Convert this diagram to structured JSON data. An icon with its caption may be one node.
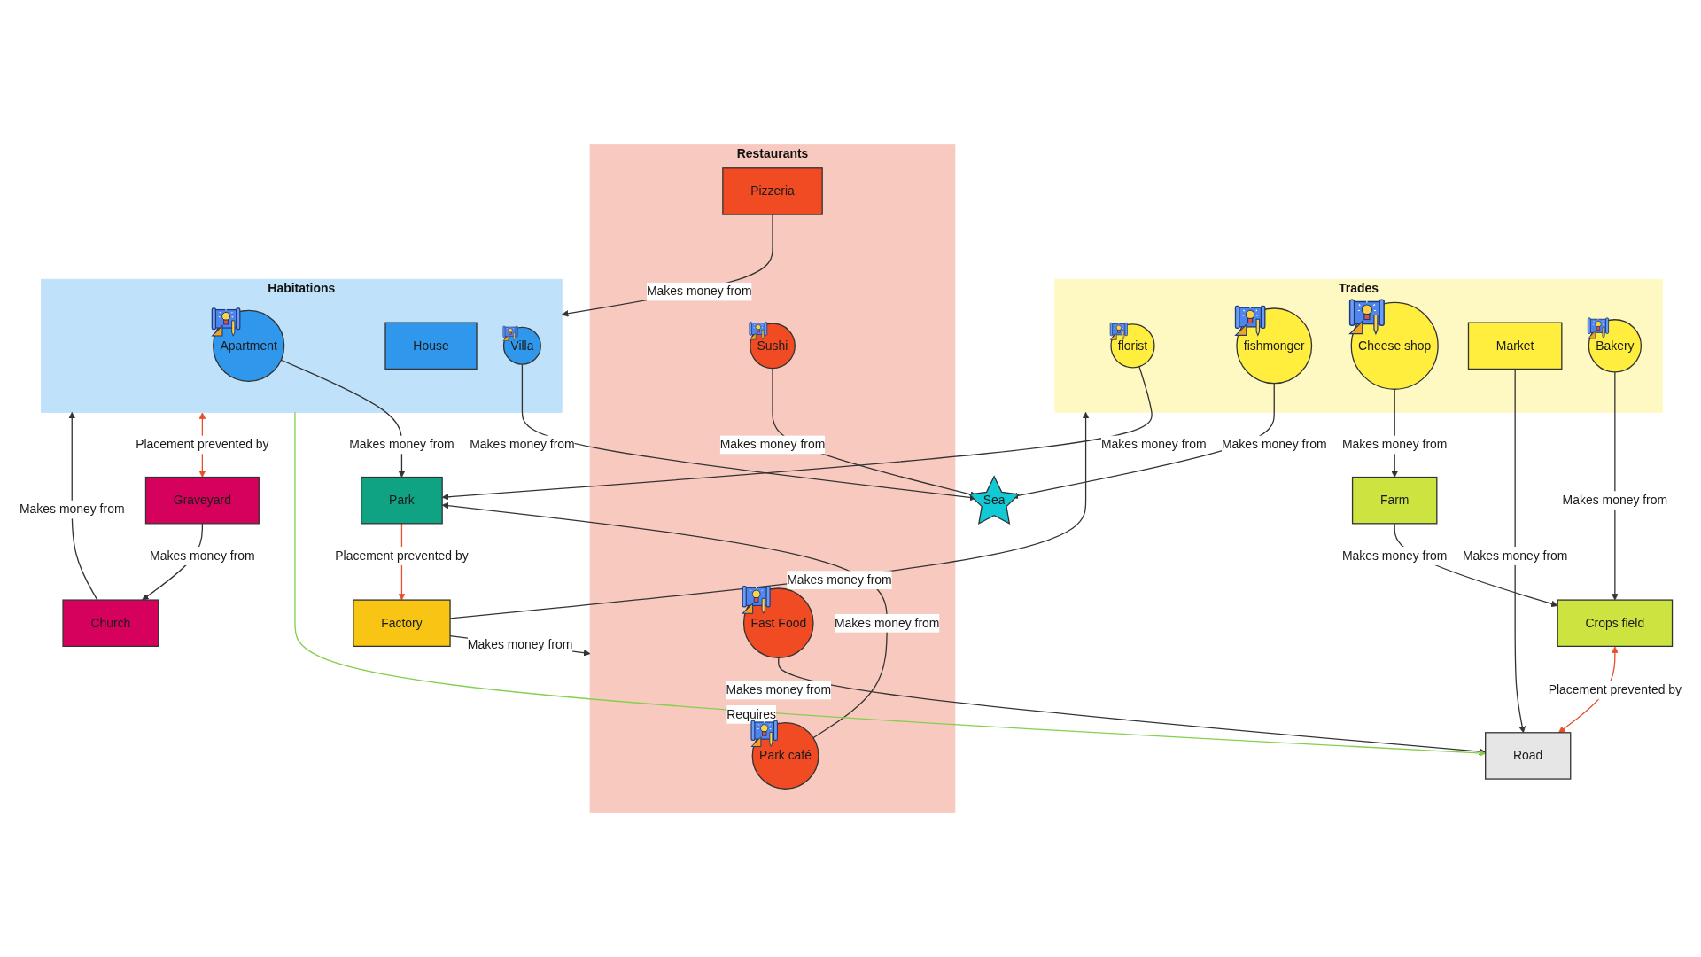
{
  "diagram": {
    "nodes": [
      {
        "text": [
          "Trades"
        ]
      },
      {
        "text": [
          "florist"
        ],
        "in": 0
      },
      {
        "text": [
          "fishmonger"
        ],
        "in": 0
      },
      {
        "text": [
          "Cheese shop"
        ],
        "in": 0
      },
      {
        "text": [
          "Market"
        ],
        "in": 0
      },
      {
        "text": [
          "Bakery"
        ],
        "in": 0
      },
      {
        "text": [
          "Farm"
        ]
      },
      {
        "text": [
          "Crops field"
        ]
      },
      {
        "text": [
          "Factory"
        ]
      },
      {
        "text": [
          "Park"
        ]
      },
      {
        "text": [
          "Restaurants"
        ]
      },
      {
        "text": [
          "Park café"
        ],
        "in": 10
      },
      {
        "text": [
          "Sushi"
        ],
        "in": 10
      },
      {
        "text": [
          "Pizzeria"
        ],
        "in": 10
      },
      {
        "text": [
          "Fast Food"
        ],
        "in": 10
      },
      {
        "text": [
          "Sea"
        ]
      },
      {
        "text": [
          "Road"
        ]
      },
      {
        "text": [
          "Habitations"
        ]
      },
      {
        "text": [
          "Apartment"
        ],
        "in": 17
      },
      {
        "text": [
          "House"
        ],
        "in": 17
      },
      {
        "text": [
          "Villa"
        ],
        "in": 17
      },
      {
        "text": [
          "Graveyard"
        ]
      },
      {
        "text": [
          "Church"
        ]
      }
    ],
    "edges": [
      {
        "from": 1,
        "to": 9,
        "arrow": "to",
        "label": "Makes money from"
      },
      {
        "from": 2,
        "to": 15,
        "arrow": "to",
        "label": "Makes money from"
      },
      {
        "from": 3,
        "to": 6,
        "arrow": "to",
        "label": "Makes money from"
      },
      {
        "from": 5,
        "to": 7,
        "arrow": "to",
        "label": "Makes money from"
      },
      {
        "from": 6,
        "to": 7,
        "arrow": "to",
        "label": "Makes money from"
      },
      {
        "from": 8,
        "to": 0,
        "arrow": "to",
        "label": "Makes money from"
      },
      {
        "from": 8,
        "to": 10,
        "arrow": "to",
        "label": "Makes money from"
      },
      {
        "from": 9,
        "to": 8,
        "arrow": "to",
        "label": "Placement prevented by",
        "color": "#e8502a"
      },
      {
        "from": 11,
        "to": 9,
        "arrow": "to",
        "label": "Makes money from"
      },
      {
        "from": 12,
        "to": 15,
        "arrow": "to",
        "label": "Makes money from"
      },
      {
        "from": 14,
        "to": 16,
        "arrow": "to",
        "label": "Makes money from"
      },
      {
        "from": 13,
        "to": 17,
        "arrow": "to",
        "label": "Makes money from"
      },
      {
        "from": 4,
        "to": 16,
        "arrow": "to",
        "label": "Makes money from"
      },
      {
        "from": 7,
        "to": 16,
        "arrow": "both",
        "label": "Placement prevented by",
        "color": "#e8502a"
      },
      {
        "from": 17,
        "to": 16,
        "arrow": "to",
        "label": "Requires",
        "color": "#84cf4c"
      },
      {
        "from": 22,
        "to": 17,
        "arrow": "to",
        "label": "Makes money from"
      },
      {
        "from": 18,
        "to": 9,
        "arrow": "to",
        "label": "Makes money from"
      },
      {
        "from": 20,
        "to": 15,
        "arrow": "to",
        "label": "Makes money from"
      },
      {
        "from": 21,
        "to": 22,
        "arrow": "to",
        "label": "Makes money from"
      },
      {
        "from": 17,
        "to": 21,
        "arrow": "both",
        "label": "Placement prevented by",
        "color": "#e8502a"
      }
    ]
  }
}
